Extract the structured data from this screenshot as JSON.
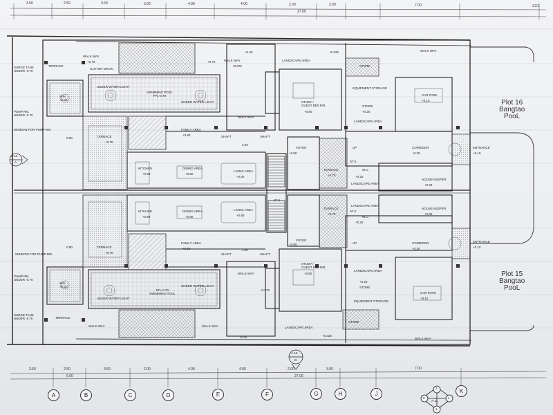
{
  "plots": [
    {
      "line1": "Plot 16",
      "line2": "Bangtao",
      "line3": "PooL"
    },
    {
      "line1": "Plot 15",
      "line2": "Bangtao",
      "line3": "PooL"
    }
  ],
  "grid_axes": [
    "A",
    "B",
    "C",
    "D",
    "E",
    "F",
    "G",
    "H",
    "J",
    "K"
  ],
  "dims_bottom_row1": [
    "3.50",
    "2.50",
    "3.50",
    "2.00",
    "4.00",
    "4.00",
    "2.00",
    "3.00",
    "7.00"
  ],
  "dims_bottom_row2": [
    "6.00",
    "27.00"
  ],
  "dims_top": [
    "3.50",
    "2.50",
    "3.50",
    "3.00",
    "4.00",
    "4.00",
    "2.00",
    "3.00",
    "7.00",
    "3.51",
    "27.00"
  ],
  "section_markers": [
    {
      "id": "A-12",
      "sheet": "A"
    },
    {
      "id": "A-12",
      "sheet": "B"
    }
  ],
  "key_plan": {
    "top": "3",
    "left": "2",
    "right": "4",
    "bottom": "1",
    "sheet": "A-11"
  },
  "rooms": {
    "surge_tank_top": [
      "SURGE TANK",
      "UNDER -0.70"
    ],
    "pump_rm_top": [
      "PUMP RM.",
      "UNDER -0.70"
    ],
    "window_pump_top": "WINDOW FOR PUMP RM.",
    "surge_tank_bottom": [
      "SURGE TANK",
      "UNDER -0.70"
    ],
    "pump_rm_bottom": [
      "PUMP RM.",
      "UNDER -0.70"
    ],
    "window_pump_bottom": "WINDOW FOR PUMP RM.",
    "spa_top": [
      "SPA",
      "+0.20"
    ],
    "spa_bottom": [
      "SPA",
      "+0.20"
    ],
    "swimming_pool_top": [
      "SWIMMING POOL",
      "FFL-0.70"
    ],
    "swimming_pool_bottom": [
      "FFL-0.70",
      "SWIMMING POOL"
    ],
    "under_water_light": "UNDER WATER LIGHT",
    "gutter_drain": "GUTTER DRAIN",
    "walk_way": "WALK WAY",
    "terrace": "TERRACE",
    "family_area": "FAMILY AREA",
    "kitchen": "KITCHEN",
    "dining_area": "DINING AREA",
    "living_area": "LIVING AREA",
    "shaft": "SHAFT",
    "foyer": "FOYER",
    "study_top": [
      "STUDY /",
      "GUEST BED RM."
    ],
    "study_bottom": [
      "STUDY /",
      "GUEST BED RM."
    ],
    "landscape_area": "LANDSCAPE AREA",
    "equipment_storage": "EQUIPMENT STORAGE",
    "store": "STORE",
    "car_park": "CAR PARK",
    "corridor": "CORRIDOR",
    "entrance": "ENTRANCE",
    "house_keeper": "HOUSE KEEPER",
    "wc": "W.C.",
    "st1": "ST-1",
    "st2": "ST-2",
    "up": "UP",
    "level_070": "+0.70",
    "level_080": "+0.80",
    "level_020": "+0.20",
    "level_025": "+0.25",
    "level_030": "+0.30",
    "level_010": "+0.10",
    "level_0575": "+0.575",
    "level_045": "+0.45",
    "level_0325": "+0.325",
    "dim_340": "3.40",
    "dim_080": "0.80"
  }
}
